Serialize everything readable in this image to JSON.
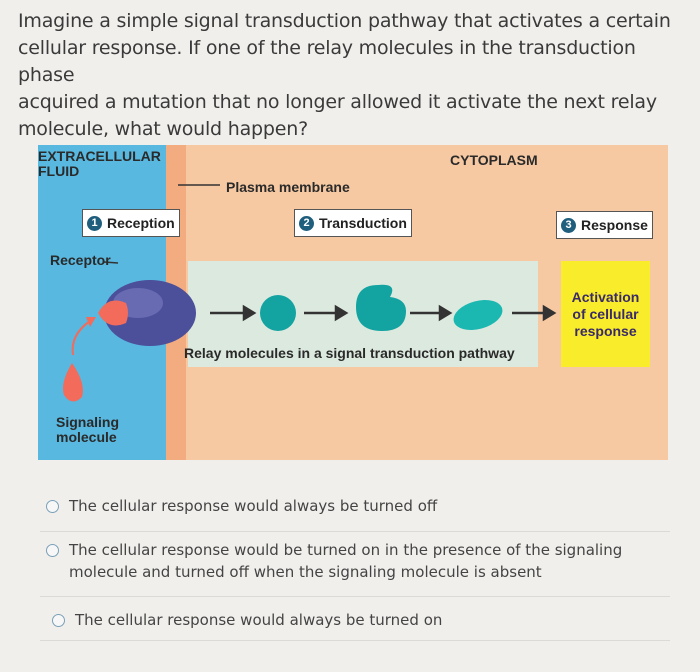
{
  "question": {
    "line1": "Imagine a simple signal transduction pathway that activates a certain",
    "line2": "cellular response. If one of the relay molecules in the transduction phase",
    "line3": "acquired a mutation that no longer allowed it activate the next relay",
    "line4": "molecule, what would happen?"
  },
  "figure": {
    "extracellular_line1": "EXTRACELLULAR",
    "extracellular_line2": "FLUID",
    "cytoplasm": "CYTOPLASM",
    "plasma_membrane": "Plasma membrane",
    "stages": [
      {
        "num": "1",
        "label": "Reception"
      },
      {
        "num": "2",
        "label": "Transduction"
      },
      {
        "num": "3",
        "label": "Response"
      }
    ],
    "receptor": "Receptor",
    "relay_caption": "Relay molecules in a signal transduction pathway",
    "activation_line1": "Activation",
    "activation_line2": "of cellular",
    "activation_line3": "response",
    "signaling_line1": "Signaling",
    "signaling_line2": "molecule",
    "colors": {
      "extracellular": "#58b8e0",
      "cytoplasm": "#f6c9a2",
      "membrane": "#f2ac80",
      "relay_zone": "#dce9df",
      "activation": "#f9ec2a",
      "relay_molecule": "#13a3a1",
      "receptor": "#4c4f9a"
    }
  },
  "answers": [
    {
      "line1": "The cellular response would always be turned off",
      "line2": ""
    },
    {
      "line1": "The cellular response would be turned on in the presence of the signaling",
      "line2": "molecule and turned off when the signaling molecule is absent"
    },
    {
      "line1": "The cellular response would always be turned on",
      "line2": ""
    }
  ]
}
